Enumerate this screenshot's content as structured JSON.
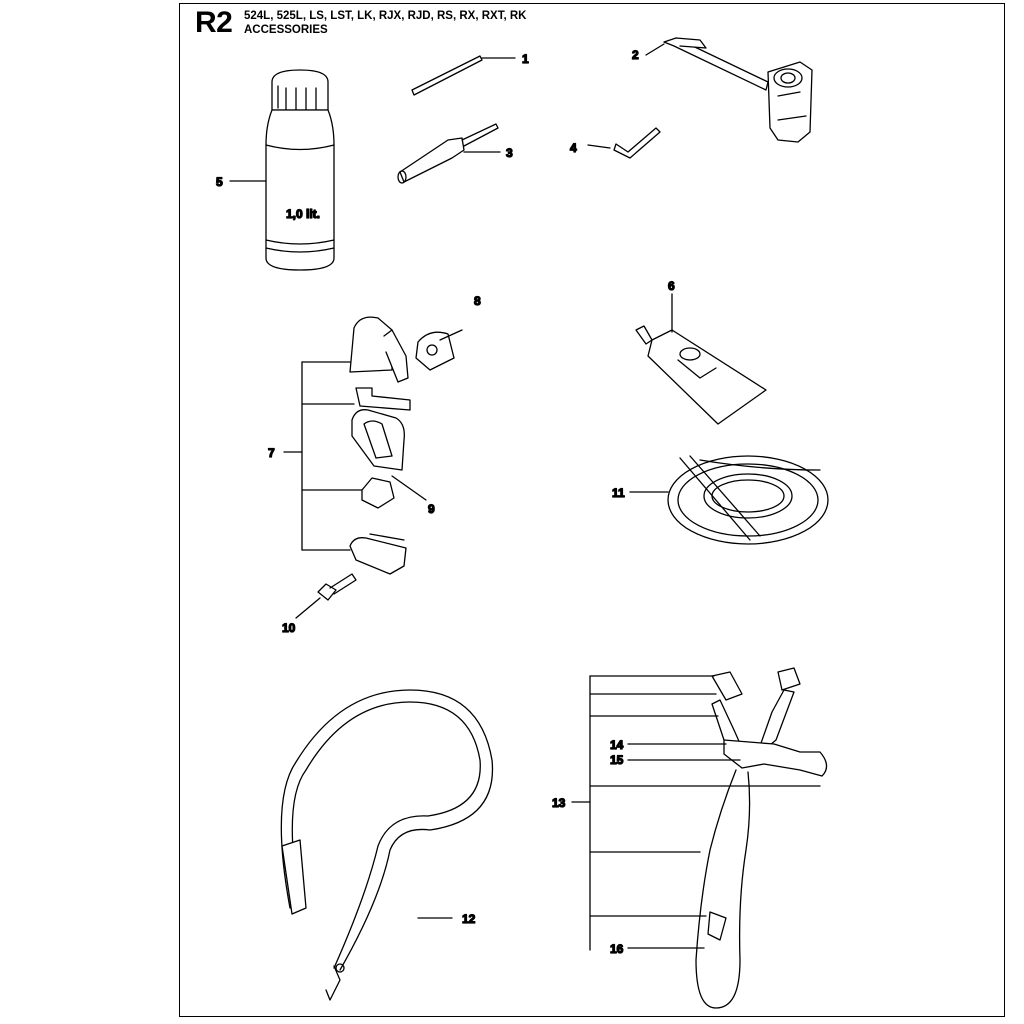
{
  "header": {
    "page_code": "R2",
    "models": "524L, 525L, LS, LST, LK, RJX, RJD, RS, RX, RXT, RK",
    "section": "ACCESSORIES"
  },
  "bottle_label": "1,0 lit.",
  "callouts": {
    "c1": "1",
    "c2": "2",
    "c3": "3",
    "c4": "4",
    "c5": "5",
    "c6": "6",
    "c7": "7",
    "c8": "8",
    "c9": "9",
    "c10": "10",
    "c11": "11",
    "c12": "12",
    "c13": "13",
    "c14": "14",
    "c15": "15",
    "c16": "16"
  }
}
